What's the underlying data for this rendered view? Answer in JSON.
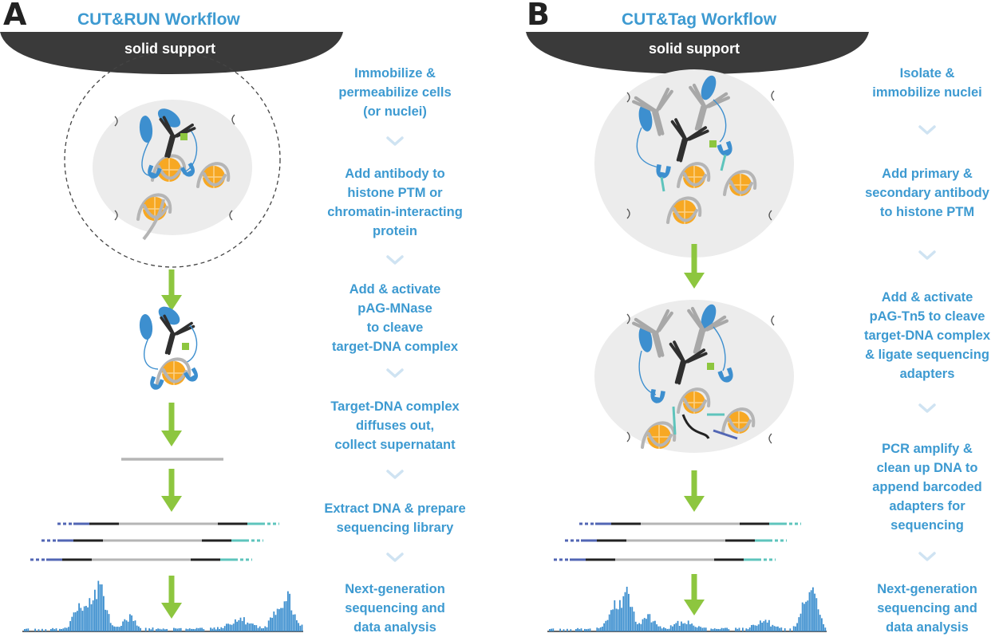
{
  "colors": {
    "accent": "#3d9ad1",
    "arrow": "#8dc63f",
    "support": "#3a3a3a",
    "cell_fill": "#ececec",
    "nucleosome": "#f7a823",
    "dna": "#b5b5b5",
    "antibody": "#2f2f2f",
    "protein": "#3d8fcf",
    "adapter_teal": "#5ec4bc",
    "adapter_blue": "#5266b4"
  },
  "panel_a": {
    "letter": "A",
    "title": "CUT&RUN Workflow",
    "support_label": "solid support",
    "steps": [
      "Immobilize &\npermeabilize cells\n(or nuclei)",
      "Add antibody to\nhistone PTM or\nchromatin-interacting\nprotein",
      "Add & activate\npAG-MNase\nto cleave\ntarget-DNA complex",
      "Target-DNA complex\ndiffuses out,\ncollect supernatant",
      "Extract DNA & prepare\nsequencing library",
      "Next-generation\nsequencing and\ndata analysis"
    ]
  },
  "panel_b": {
    "letter": "B",
    "title": "CUT&Tag Workflow",
    "support_label": "solid support",
    "steps": [
      "Isolate &\nimmobilize nuclei",
      "Add primary &\nsecondary antibody\nto histone PTM",
      "Add & activate\npAG-Tn5 to cleave\ntarget-DNA complex\n& ligate sequencing\nadapters",
      "PCR amplify &\nclean up DNA to\nappend barcoded\nadapters for\nsequencing",
      "Next-generation\nsequencing and\ndata analysis"
    ]
  },
  "icons": [
    "chevron-down-icon",
    "down-arrow-icon",
    "nucleosome-icon",
    "antibody-icon",
    "pag-enzyme-icon",
    "dna-read-icon",
    "sequencing-track-icon"
  ]
}
